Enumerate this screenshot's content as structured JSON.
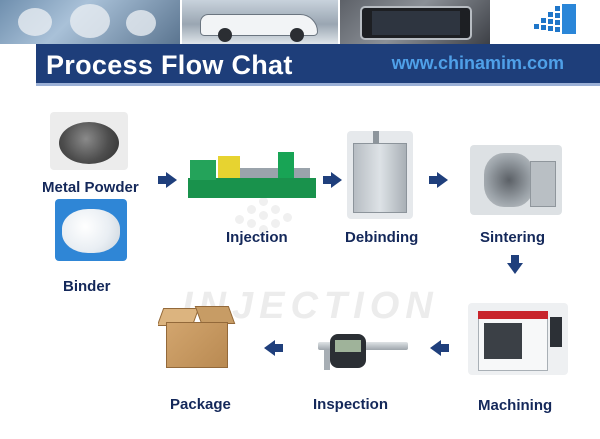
{
  "header": {
    "title": "Process Flow Chat",
    "url": "www.chinamim.com",
    "title_bar_color": "#1e3e7a",
    "url_color": "#4fa0e8"
  },
  "watermark": {
    "text": "INJECTION"
  },
  "steps": [
    {
      "label": "Metal Powder",
      "icon": "metal-powder-icon"
    },
    {
      "label": "Binder",
      "icon": "binder-pellets-icon"
    },
    {
      "label": "Injection",
      "icon": "injection-machine-icon"
    },
    {
      "label": "Debinding",
      "icon": "debinding-furnace-icon"
    },
    {
      "label": "Sintering",
      "icon": "sintering-furnace-icon"
    },
    {
      "label": "Machining",
      "icon": "cnc-machine-icon"
    },
    {
      "label": "Inspection",
      "icon": "caliper-icon"
    },
    {
      "label": "Package",
      "icon": "cardboard-box-icon"
    }
  ],
  "arrow_color": "#1f3f7c",
  "label_color": "#14285a"
}
